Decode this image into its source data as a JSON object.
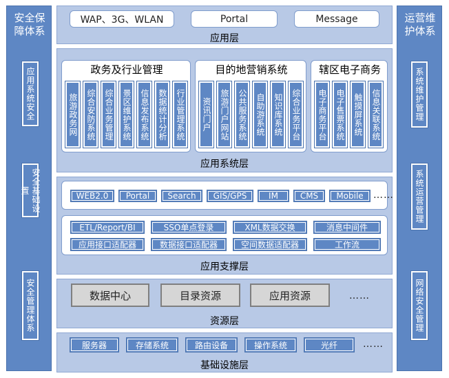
{
  "left_column": {
    "title": "安全保障体系",
    "boxes": [
      "应用系统安全",
      "安全基础设置",
      "安全管理体系"
    ]
  },
  "right_column": {
    "title": "运营维护体系",
    "boxes": [
      "系统维护管理",
      "系统运营管理",
      "网络安全管理"
    ]
  },
  "app_layer": {
    "label": "应用层",
    "items": [
      "WAP、3G、WLAN",
      "Portal",
      "Message"
    ]
  },
  "app_system_layer": {
    "label": "应用系统层",
    "groups": [
      {
        "title": "政务及行业管理",
        "items": [
          "旅游政务网",
          "综合安防系统",
          "综合业务管理",
          "景区维护系统",
          "信息发布系统",
          "数据统计分析",
          "行业管理系统"
        ]
      },
      {
        "title": "目的地营销系统",
        "items": [
          "资讯门户",
          "旅游门户网站",
          "公共服务系统",
          "自助游系统",
          "知识库系统",
          "综合业务平台"
        ]
      },
      {
        "title": "辖区电子商务",
        "items": [
          "电子商务平台",
          "电子售票系统",
          "触摸屏系统",
          "信息关联系统"
        ]
      }
    ]
  },
  "support_layer": {
    "label": "应用支撑层",
    "row1": [
      "WEB2.0",
      "Portal",
      "Search",
      "GIS/GPS",
      "IM",
      "CMS",
      "Mobile"
    ],
    "row1_more": "……",
    "row2": [
      "ETL/Report/BI",
      "SSO单点登录",
      "XML数据交换",
      "消息中间件"
    ],
    "row3": [
      "应用接口适配器",
      "数据接口适配器",
      "空间数据适配器",
      "工作流"
    ]
  },
  "resource_layer": {
    "label": "资源层",
    "items": [
      "数据中心",
      "目录资源",
      "应用资源"
    ],
    "more": "……"
  },
  "infra_layer": {
    "label": "基础设施层",
    "items": [
      "服务器",
      "存储系统",
      "路由设备",
      "操作系统",
      "光纤"
    ],
    "more": "……"
  }
}
